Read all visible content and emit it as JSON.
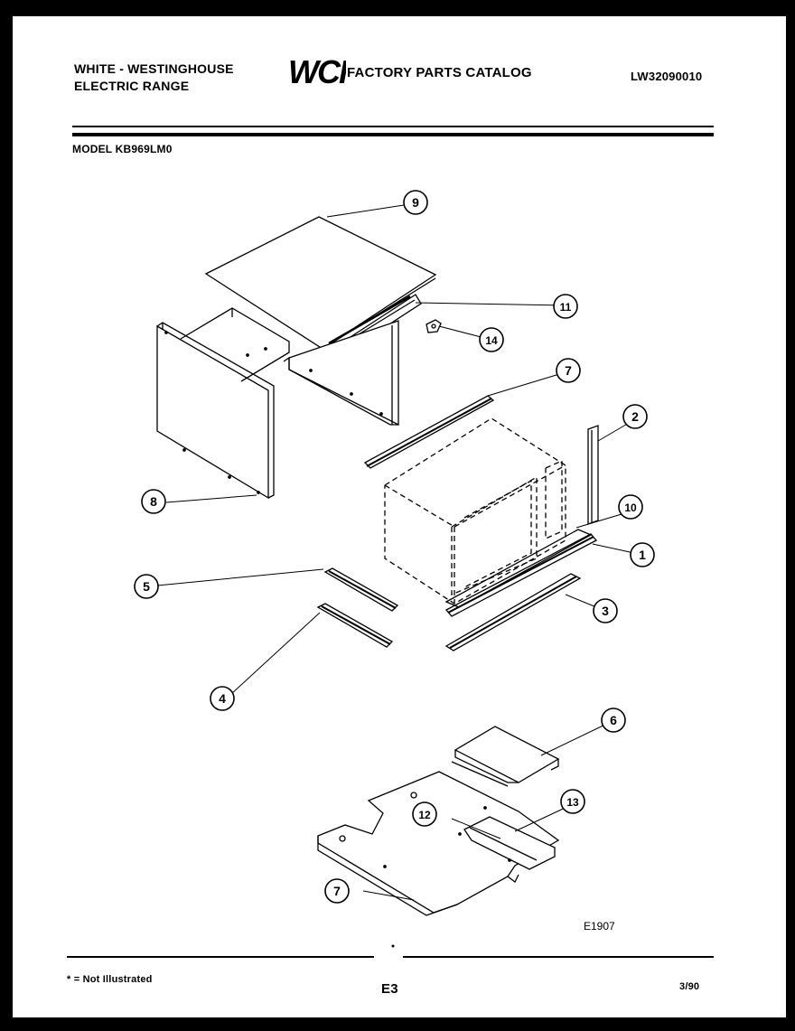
{
  "header": {
    "brand_line1": "WHITE - WESTINGHOUSE",
    "brand_line2": "ELECTRIC RANGE",
    "logo_text": "WCI",
    "catalog_title": "FACTORY PARTS CATALOG",
    "catalog_number": "LW32090010",
    "model": "MODEL KB969LM0"
  },
  "callouts": [
    "9",
    "11",
    "14",
    "7",
    "2",
    "10",
    "1",
    "8",
    "5",
    "3",
    "4",
    "6",
    "13",
    "12",
    "7"
  ],
  "figure_code": "E1907",
  "footer": {
    "footnote": "* = Not Illustrated",
    "page": "E3",
    "date": "3/90"
  }
}
